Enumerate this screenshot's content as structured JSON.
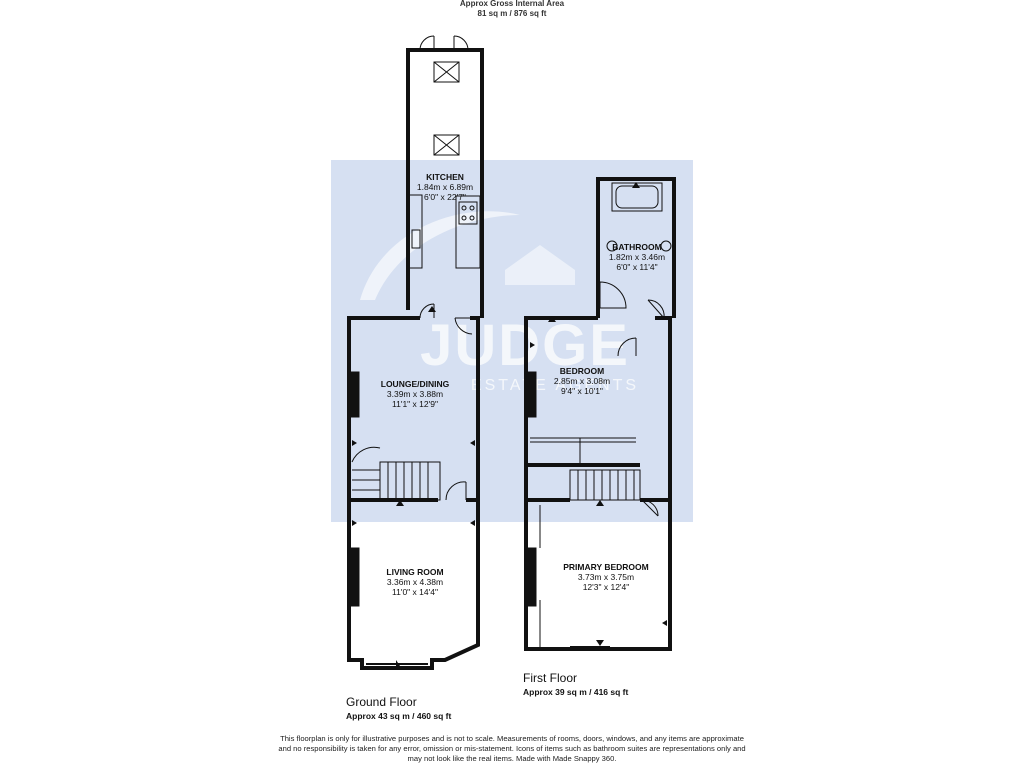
{
  "header": {
    "gross_title": "Approx Gross Internal Area",
    "gross_value": "81 sq m / 876 sq ft"
  },
  "watermark": {
    "brand": "JUDGE",
    "sub": "ESTATE AGENTS",
    "color": "#b9c9e8"
  },
  "ground_floor": {
    "name": "Ground Floor",
    "area": "Approx 43 sq m / 460 sq ft",
    "rooms": [
      {
        "name": "KITCHEN",
        "metric": "1.84m x 6.89m",
        "imperial": "6'0\" x 22'7\""
      },
      {
        "name": "LOUNGE/DINING",
        "metric": "3.39m x 3.88m",
        "imperial": "11'1\" x 12'9\""
      },
      {
        "name": "LIVING ROOM",
        "metric": "3.36m x 4.38m",
        "imperial": "11'0\" x 14'4\""
      }
    ]
  },
  "first_floor": {
    "name": "First Floor",
    "area": "Approx 39 sq m / 416 sq ft",
    "rooms": [
      {
        "name": "BATHROOM",
        "metric": "1.82m x 3.46m",
        "imperial": "6'0\" x 11'4\""
      },
      {
        "name": "BEDROOM",
        "metric": "2.85m x 3.08m",
        "imperial": "9'4\" x 10'1\""
      },
      {
        "name": "PRIMARY BEDROOM",
        "metric": "3.73m x 3.75m",
        "imperial": "12'3\" x 12'4\""
      }
    ]
  },
  "disclaimer": [
    "This floorplan is only for illustrative purposes and is not to scale. Measurements of rooms, doors, windows, and any items are approximate",
    "and no responsibility is taken for any error, omission or mis-statement. Icons of items such as bathroom suites are representations only and",
    "may not look like the real items. Made with Made Snappy 360."
  ]
}
